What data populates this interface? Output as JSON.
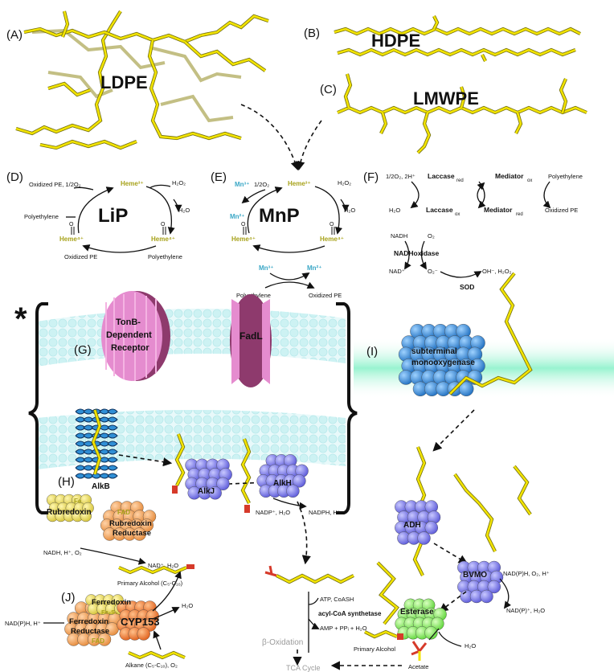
{
  "panels": {
    "A": "(A)",
    "B": "(B)",
    "C": "(C)",
    "D": "(D)",
    "E": "(E)",
    "F": "(F)",
    "G": "(G)",
    "H": "(H)",
    "I": "(I)",
    "J": "(J)",
    "star": "*"
  },
  "polymers": {
    "ldpe": "LDPE",
    "hdpe": "HDPE",
    "lmwpe": "LMWPE"
  },
  "lip": {
    "name": "LiP",
    "heme3": "Heme³⁺",
    "heme4_left": "Heme⁴⁺",
    "heme4_right": "Heme⁴⁺",
    "oxidized_pe_top": "Oxidized PE, 1/2O₂",
    "h2o2": "H₂O₂",
    "h2o": "H₂O",
    "polyethylene_left": "Polyethylene",
    "oxidized_pe_bottom": "Oxidized PE",
    "polyethylene_bottom": "Polyethylene"
  },
  "mnp": {
    "name": "MnP",
    "heme3": "Heme³⁺",
    "heme4_left": "Heme⁴⁺",
    "heme4_right": "Heme⁴⁺",
    "mn3_top": "Mn³⁺",
    "half_o2": "1/2O₂",
    "mn2_left": "Mn²⁺",
    "h2o2": "H₂O₂",
    "h2o": "H₂O",
    "mn3_low": "Mn³⁺",
    "mn2_low": "Mn²⁺",
    "polyethylene": "Polyethylene",
    "oxidized_pe": "Oxidized PE"
  },
  "laccase": {
    "in": "1/2O₂, 2H⁺",
    "laccase_red": "Laccase",
    "red": "red",
    "mediator_ox": "Mediator",
    "ox": "ox",
    "polyethylene": "Polyethylene",
    "h2o": "H₂O",
    "laccase_ox": "Laccase",
    "ox2": "ox",
    "mediator_red": "Mediator",
    "red2": "red",
    "oxidized_pe": "Oxidized PE"
  },
  "nadh": {
    "nadh": "NADH",
    "o2": "O₂",
    "oxidase": "NADHoxidase",
    "nad": "NAD⁺",
    "superoxide": "O₂⁻",
    "products": "OH⁻, H₂O₂",
    "sod": "SOD"
  },
  "membrane": {
    "tonb": [
      "TonB-",
      "Dependent",
      "Receptor"
    ],
    "fadl": "FadL",
    "subterminal": [
      "subterminal",
      "monooxygenase"
    ]
  },
  "alk": {
    "alkb": "AlkB",
    "alkj": "AlkJ",
    "alkh": "AlkH",
    "rubredoxin": "Rubredoxin",
    "rub_reductase": [
      "Rubredoxin",
      "Reductase"
    ],
    "fe": "Fe",
    "fad": "FAD",
    "nadh_in": "NADH, H⁺, O₂",
    "nad_out": "NAD⁺, H₂O",
    "nadp_in": "NADP⁺, H₂O",
    "nadph_out": "NADPH, H⁺"
  },
  "oxidation": {
    "atp": "ATP, CoASH",
    "synthetase": "acyl-CoA synthetase",
    "amp": "AMP + PPᵢ + H₂O",
    "beta": "β-Oxidation",
    "tca": "TCA Cycle"
  },
  "cyp": {
    "primary_alcohol": "Primary Alcohol (C₅-C₁₀)",
    "h2o": "H₂O",
    "ferredoxin": "Ferredoxin",
    "fe2s": "Fe₂S₂",
    "ferred_reductase": [
      "Ferredoxin",
      "Reductase"
    ],
    "fad": "FAD",
    "cyp153": "CYP153",
    "nadph": "NAD(P)H, H⁺",
    "alkane": "Alkane (C₅-C₁₀), O₂"
  },
  "right_path": {
    "adh": "ADH",
    "bvmo": "BVMO",
    "esterase": "Esterase",
    "bvmo_in": "NAD(P)H, O₂, H⁺",
    "bvmo_out": "NAD(P)⁺, H₂O",
    "h2o": "H₂O",
    "primary_alcohol": "Primary Alcohol",
    "acetate": "Acetate"
  },
  "colors": {
    "chain": "#f2e300",
    "membrane": "#a8e6e0",
    "lipid_head": "#bdeff0",
    "channel": "#e58ccf",
    "channel_dark": "#8e3a6d",
    "enzyme_blue": "#2f8fd6",
    "enzyme_purple": "#7f7df0",
    "orange": "#f2a25c",
    "green": "#7ee84c",
    "heme": "#a7a21a",
    "mn": "#3aa7c6"
  }
}
